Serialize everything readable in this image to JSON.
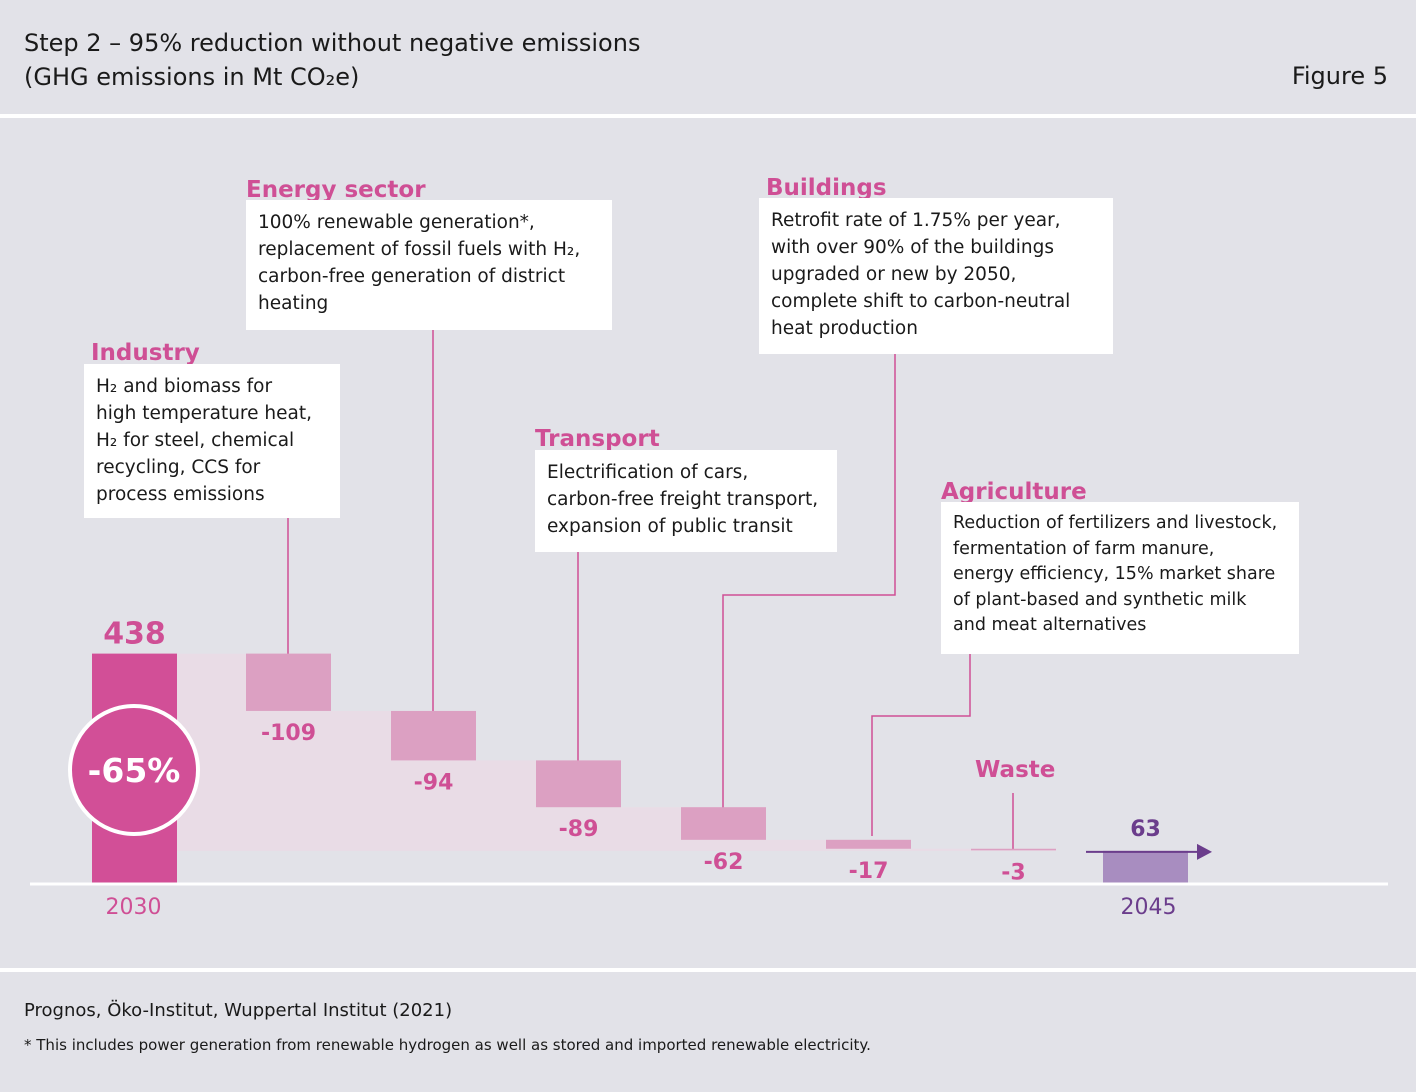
{
  "header": {
    "title_line1": "Step 2 – 95% reduction without negative emissions",
    "title_line2": "(GHG emissions in Mt CO₂e)",
    "figure_label": "Figure 5"
  },
  "colors": {
    "total_2030": "#d24f97",
    "sector_bar": "#dca0c2",
    "total_2045": "#a88dc0",
    "label_pink": "#cf4f95",
    "label_purple": "#6b3d8c",
    "band": "#e9dce6"
  },
  "chart_data": {
    "type": "bar",
    "subtype": "waterfall",
    "start": {
      "label": "2030",
      "value": 438,
      "value_label": "438"
    },
    "end": {
      "label": "2045",
      "value": 63,
      "value_label": "63"
    },
    "reduction_badge": "-65%",
    "steps": [
      {
        "sector": "Industry",
        "value": -109,
        "value_label": "-109",
        "description": [
          "H₂ and biomass for",
          "high temperature heat,",
          "H₂ for steel, chemical",
          "recycling, CCS for",
          "process emissions"
        ]
      },
      {
        "sector": "Energy sector",
        "value": -94,
        "value_label": "-94",
        "description": [
          "100% renewable generation*,",
          "replacement of fossil fuels with H₂,",
          "carbon-free generation of district",
          "heating"
        ]
      },
      {
        "sector": "Transport",
        "value": -89,
        "value_label": "-89",
        "description": [
          "Electrification of cars,",
          "carbon-free freight transport,",
          "expansion of public transit"
        ]
      },
      {
        "sector": "Buildings",
        "value": -62,
        "value_label": "-62",
        "description": [
          "Retrofit rate of 1.75% per year,",
          "with over 90% of the buildings",
          "upgraded or new by 2050,",
          "complete shift to carbon-neutral",
          "heat production"
        ]
      },
      {
        "sector": "Agriculture",
        "value": -17,
        "value_label": "-17",
        "description": [
          "Reduction of fertilizers and livestock,",
          "fermentation of farm manure,",
          "energy efficiency, 15% market share",
          "of plant-based and synthetic milk",
          "and meat alternatives"
        ]
      },
      {
        "sector": "Waste",
        "value": -3,
        "value_label": "-3",
        "description": []
      }
    ]
  },
  "footer": {
    "source": "Prognos, Öko-Institut, Wuppertal Institut (2021)",
    "footnote": "*  This includes power generation from renewable hydrogen as well as stored and imported renewable electricity."
  }
}
